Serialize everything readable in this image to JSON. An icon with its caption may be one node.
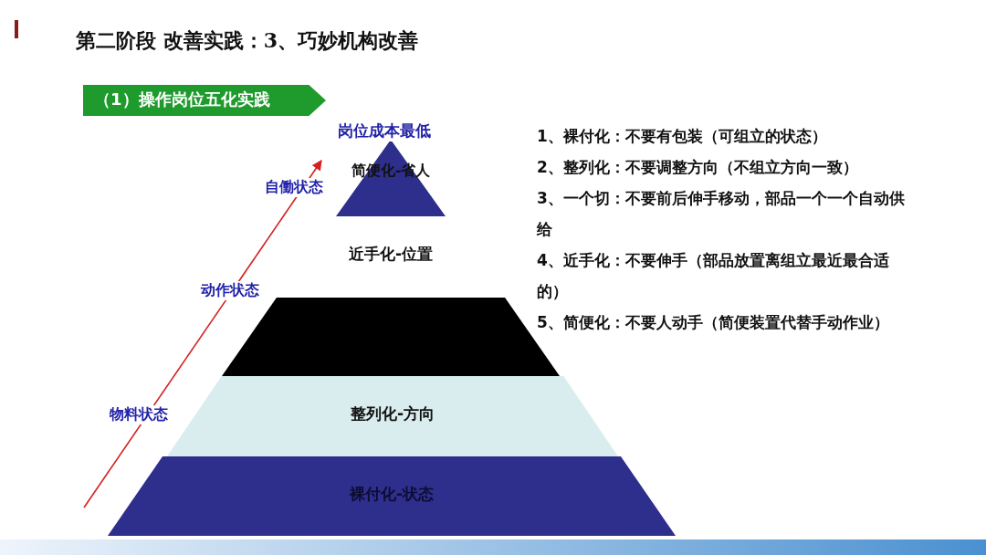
{
  "diagram": {
    "title": "第二阶段 改善实践：3、巧妙机构改善",
    "nodes": [
      {
        "text": [
          "（1）操作岗位五化实践"
        ]
      },
      {
        "text": [
          "简便化-省人"
        ]
      },
      {
        "text": [
          "近手化-位置"
        ]
      },
      {
        "text": [],
        "shape": "trapezoid"
      },
      {
        "text": [
          "整列化-方向"
        ]
      },
      {
        "text": [
          "裸付化-状态"
        ]
      }
    ],
    "labels": [
      "岗位成本最低",
      "自働状态",
      "动作状态",
      "物料状态",
      "1、裸付化：不要有包装（可组立的状态）",
      "2、整列化：不要调整方向（不组立方向一致）",
      "3、一个切：不要前后伸手移动，部品一个一个自动供给",
      "4、近手化：不要伸手（部品放置离组立最近最合适的）",
      "5、简便化：不要人动手（简便装置代替手动作业）"
    ]
  }
}
